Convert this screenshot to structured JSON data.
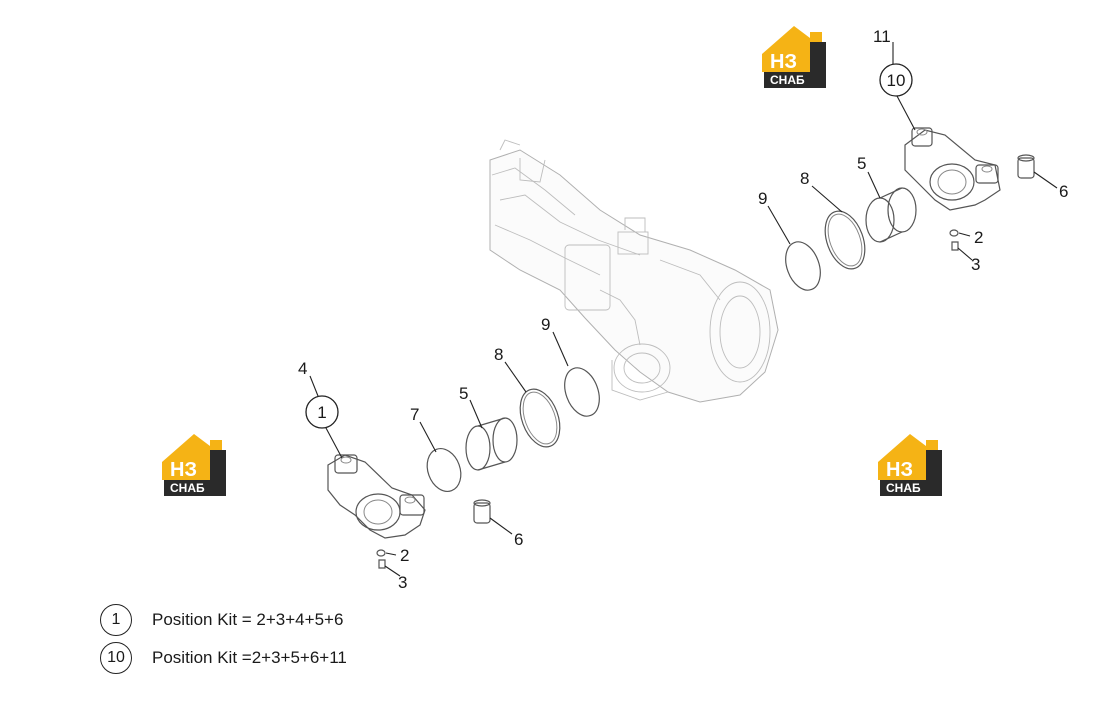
{
  "logos": {
    "top_letters": "НЗ",
    "bottom_text": "СНАБ",
    "accent_color": "#f5b315",
    "dark_color": "#2a2a2a"
  },
  "callouts": {
    "right_11": "11",
    "right_10": "10",
    "right_6": "6",
    "right_2": "2",
    "right_3": "3",
    "right_5": "5",
    "right_8": "8",
    "right_9": "9",
    "left_4": "4",
    "left_1": "1",
    "left_7": "7",
    "left_5": "5",
    "left_8": "8",
    "left_9": "9",
    "left_6": "6",
    "left_2": "2",
    "left_3": "3"
  },
  "legend": [
    {
      "number": "1",
      "text": "Position Kit = 2+3+4+5+6"
    },
    {
      "number": "10",
      "text": "Position Kit =2+3+5+6+11"
    }
  ]
}
